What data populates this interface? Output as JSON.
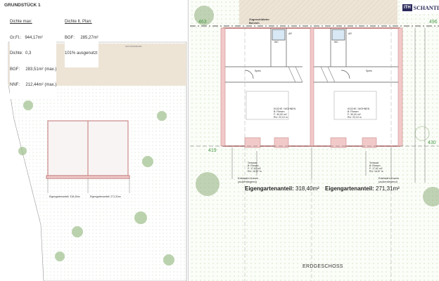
{
  "left_panel": {
    "title": "GRUNDSTÜCK 1",
    "density_max": {
      "heading": "Dichte max:",
      "lines": [
        "Gr.Fl.:   944,17m²",
        "Dichte:  0,3",
        "BGF:     283,51m² (max.)",
        "NNF:     212,44m² (max.)"
      ]
    },
    "density_plan": {
      "heading": "Dichte lt. Plan:",
      "lines": [
        "BGF:     285,27m²",
        "101% ausgenutzt"
      ]
    },
    "boundary_label": "GRUNDGRENZE",
    "garden_left": "Eigengartenanteil: 318,40m²",
    "garden_right": "Eigengartenanteil: 271,31m²"
  },
  "right_panel": {
    "fill_area": [
      "Zugeschütteter",
      "Bereich"
    ],
    "logo_text": "SCHANTL",
    "logo_mark": "ITH",
    "levels": {
      "tl": "463",
      "tr": "496",
      "bl": "419",
      "br": "430"
    },
    "rooms": {
      "wc": "WC",
      "ar": "AR",
      "speis": "Speis",
      "kitchen": [
        "KÜCHE / WOHNEN",
        "B: Fliesen",
        "F: 30,00 m2",
        "RU: 22,10 m"
      ],
      "terrace": [
        "Terrasse",
        "B: Fliesen",
        "F: 17,62 m2",
        "RU: 16,57 m"
      ]
    },
    "chimney": [
      "Edelstahl-Kamin",
      "(außenliegend)"
    ],
    "garden_left": "Eigengartenanteil:",
    "garden_left_value": "318,40m²",
    "garden_right": "Eigengartenanteil:",
    "garden_right_value": "271,31m²",
    "floor_label": "ERDGESCHOSS"
  },
  "colors": {
    "wall": "#f2c9c9",
    "wall_stroke": "#c98a8a",
    "beige": "#ede4d6",
    "tree": "#8faf7c",
    "level": "#4a9a4a",
    "logo": "#2a2a5a"
  }
}
